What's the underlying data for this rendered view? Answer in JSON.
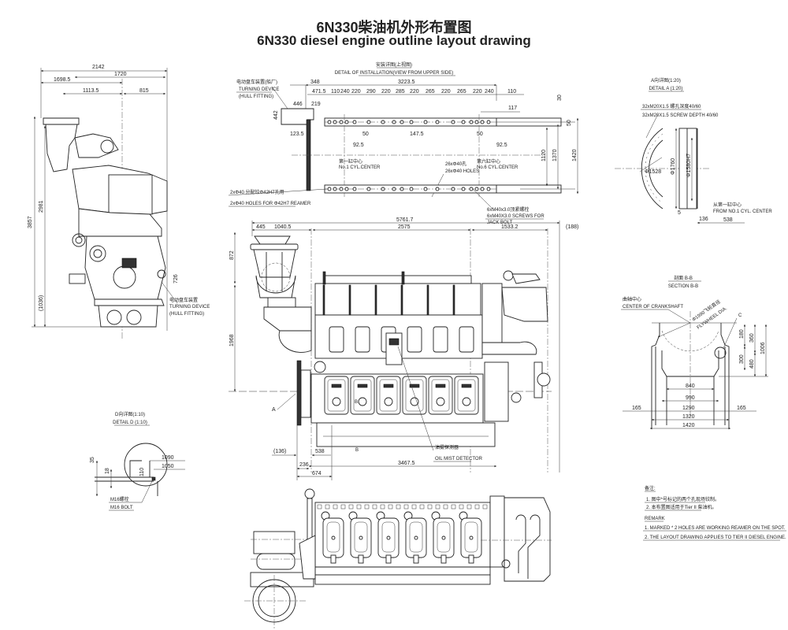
{
  "title": {
    "zh": "6N330柴油机外形布置图",
    "en": "6N330 diesel engine outline layout drawing"
  },
  "end_view": {
    "dims_top": [
      "2142",
      "1720",
      "1698.5",
      "1113.5",
      "815"
    ],
    "dims_side": [
      "3857",
      "2981",
      "(1036)",
      "726"
    ],
    "turning_device_zh": "电动盘车装置",
    "turning_device_en": "TURNING DEVICE",
    "turning_device_note": "(HULL FITTING)"
  },
  "installation_detail": {
    "title_zh": "安装详图(上视图)",
    "title_en": "DETAIL OF INSTALLATION(VIEW FROM UPPER SIDE)",
    "turning_zh": "电动盘车装置(船厂)",
    "turning_en": "TURNING DEVICE",
    "turning_note": "(HULL FITTING)",
    "dims_top": [
      "348",
      "3223.5",
      "471.5",
      "110",
      "240",
      "220",
      "290",
      "220",
      "285",
      "220",
      "265",
      "220",
      "265",
      "220",
      "240",
      "110"
    ],
    "dims_misc": [
      "446",
      "219",
      "442",
      "123.5",
      "50",
      "147.5",
      "50",
      "92.5",
      "92.5",
      "117",
      "50",
      "30",
      "1120",
      "1370",
      "1420"
    ],
    "cyl1_zh": "第一缸中心",
    "cyl1_en": "No.1 CYL.CENTER",
    "cyl6_zh": "第六缸中心",
    "cyl6_en": "No.6 CYL.CENTER",
    "holes_zh": "26xΦ40孔",
    "holes_en": "26xΦ40 HOLES",
    "reamer_zh": "2xΦ40 分配铰Φ42H7孔用",
    "reamer_en": "2xΦ40 HOLES FOR Φ42H7 REAMER",
    "screws_zh": "6xM40x3.0顶紧螺栓",
    "screws_en": "6xM40X3.0 SCREWS FOR",
    "screws_en2": "JACK BOLT"
  },
  "detail_a": {
    "title_zh": "A向详图(1:20)",
    "title_en": "DETAIL A (1:20)",
    "screw_zh": "32xM20X1.5 螺孔深度40/60",
    "screw_en": "32xM20X1.5 SCREW DEPTH 40/60",
    "dims": [
      "Φ1760",
      "Φ1580H7",
      "Φ1528",
      "5",
      "136",
      "538"
    ],
    "from_zh": "从第一缸中心",
    "from_en": "FROM NO.1 CYL. CENTER"
  },
  "side_view": {
    "dims_top": [
      "5761.7",
      "445",
      "1040.5",
      "2575",
      "1533.2",
      "(188)"
    ],
    "dims_left": [
      "872",
      "1968"
    ],
    "dims_bottom": [
      "(136)",
      "538",
      "236",
      "674",
      "3467.5"
    ],
    "label_a": "A",
    "label_b1": "B",
    "label_b2": "B",
    "oil_mist_zh": "油雾探测器",
    "oil_mist_en": "OIL MIST DETECTOR"
  },
  "section_bb": {
    "title_zh": "剖面 B-B",
    "title_en": "SECTION B-B",
    "center_zh": "曲轴中心",
    "center_en": "CENTER OF CRANKSHAFT",
    "flywheel_zh": "Φ1990飞轮直径",
    "flywheel_en": "FLYWHEEL DIA.",
    "label_c": "C",
    "dims_right": [
      "180",
      "360",
      "1006",
      "300",
      "480"
    ],
    "dims_bottom": [
      "840",
      "990",
      "1290",
      "1320",
      "1420",
      "165",
      "165"
    ]
  },
  "detail_d": {
    "title_zh": "D向详图(1:10)",
    "title_en": "DETAIL D (1:10)",
    "dims": [
      "35",
      "18",
      "1090",
      "1050",
      "110"
    ],
    "bolt_zh": "M16螺栓",
    "bolt_en": "M16 BOLT"
  },
  "remarks": {
    "title_zh": "备注:",
    "items_zh": [
      "1. 图中*号标记的两个孔现场铰制。",
      "2. 本布置图适用于Tier II 柴油机。"
    ],
    "title_en": "REMARK",
    "items_en": [
      "1. MARKED * 2 HOLES ARE WORKING REAMER ON THE SPOT.",
      "2. THE LAYOUT DRAWING APPLIES TO TIER II DIESEL ENGINE."
    ]
  }
}
